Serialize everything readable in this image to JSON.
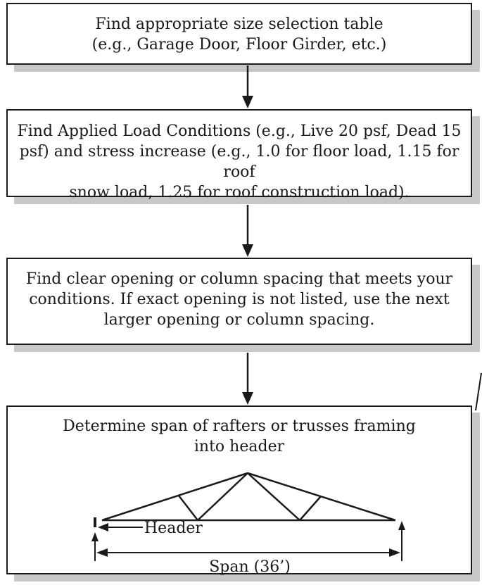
{
  "steps": [
    {
      "lines": [
        "Find appropriate size selection table",
        "(e.g., Garage Door, Floor Girder, etc.)"
      ]
    },
    {
      "lines": [
        "Find Applied Load Conditions (e.g., Live 20 psf, Dead 15",
        "psf) and stress increase (e.g., 1.0 for floor load, 1.15 for roof",
        "snow load, 1.25 for roof construction load)."
      ]
    },
    {
      "lines": [
        "Find clear opening or column spacing that meets your",
        "conditions. If exact opening is not listed, use the next",
        "larger opening or column spacing."
      ]
    },
    {
      "lines": [
        "Determine span of rafters or trusses framing",
        "into header"
      ]
    }
  ],
  "truss": {
    "header_label": "Header",
    "span_label": "Span (36’)"
  },
  "colors": {
    "stroke": "#1a1a1a",
    "shadow": "#c8c8c8",
    "box_fill": "#ffffff"
  }
}
